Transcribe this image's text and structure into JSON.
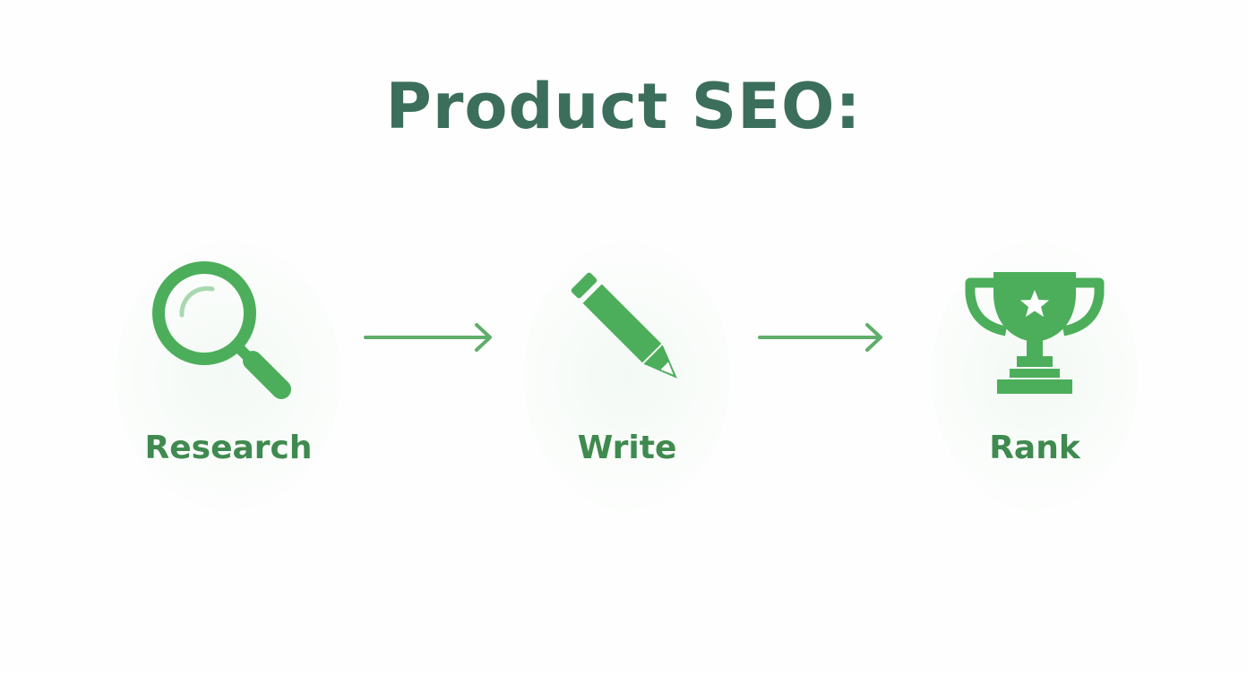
{
  "title": "Product SEO:",
  "colors": {
    "title": "#3c6e5c",
    "accent": "#4cae5a",
    "label": "#3f8a4f",
    "arrow": "#5fae6a"
  },
  "steps": [
    {
      "label": "Research",
      "icon": "magnifying-glass-icon"
    },
    {
      "label": "Write",
      "icon": "pencil-icon"
    },
    {
      "label": "Rank",
      "icon": "trophy-icon"
    }
  ]
}
